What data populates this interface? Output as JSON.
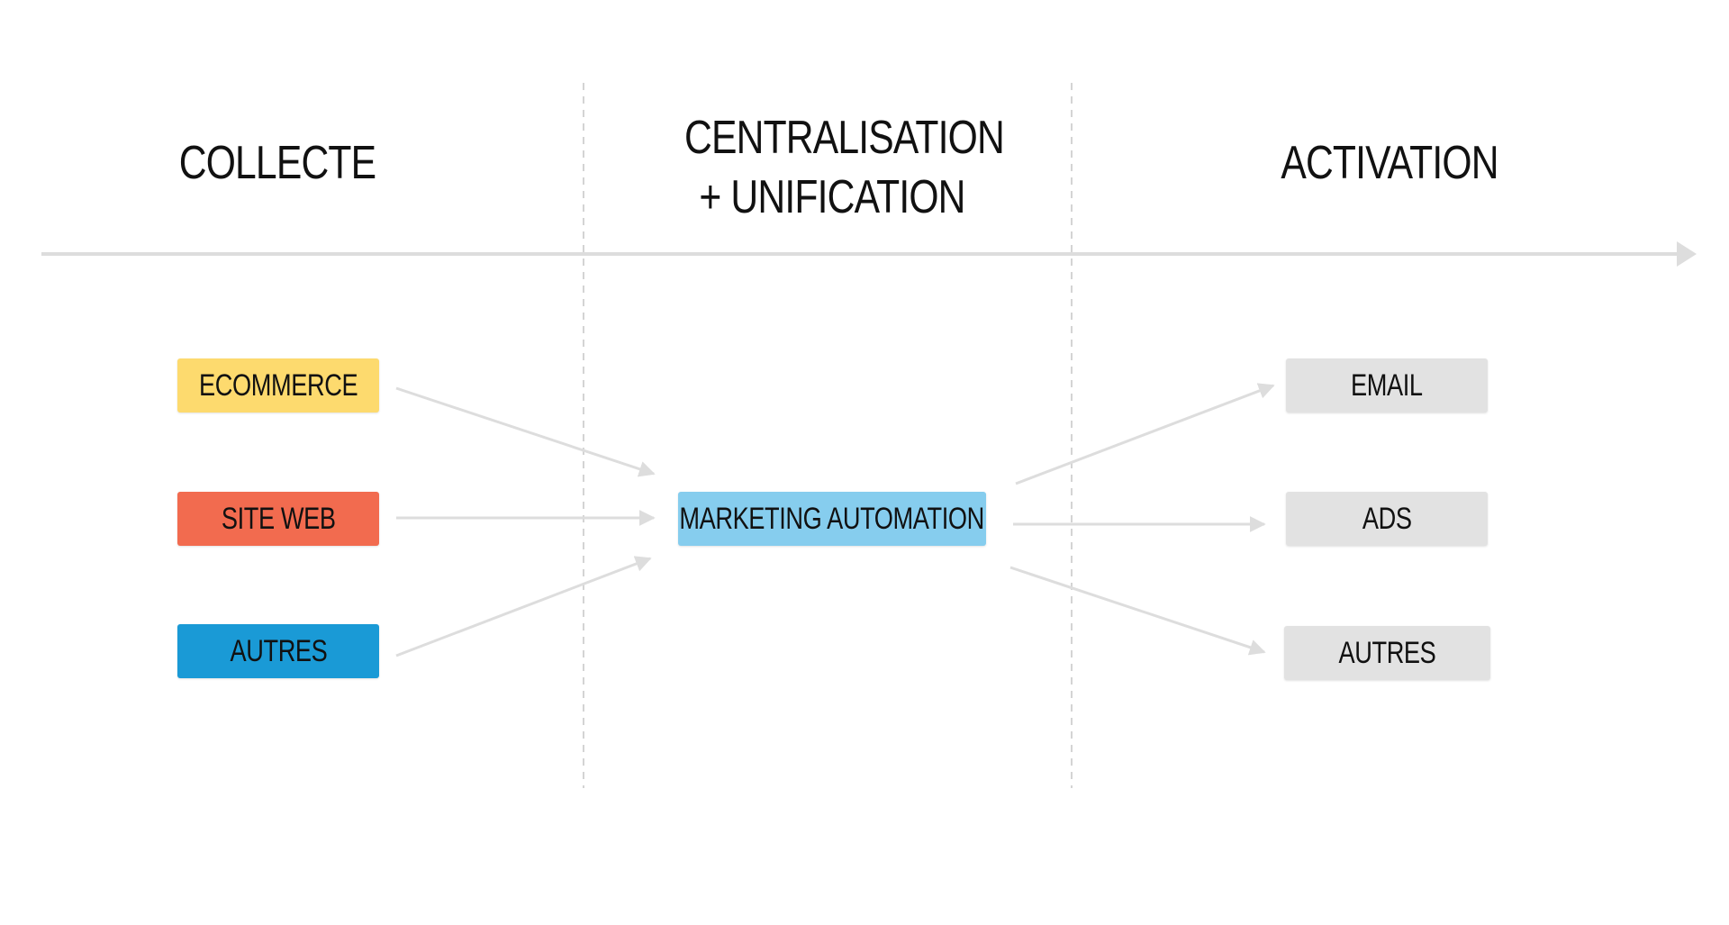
{
  "columns": [
    {
      "id": "collecte",
      "heading": "COLLECTE"
    },
    {
      "id": "centralisation",
      "heading_line1": "CENTRALISATION",
      "heading_line2": "+ UNIFICATION"
    },
    {
      "id": "activation",
      "heading": "ACTIVATION"
    }
  ],
  "sources": [
    {
      "label": "ECOMMERCE",
      "color": "#FDDA6E"
    },
    {
      "label": "SITE WEB",
      "color": "#F26B4F"
    },
    {
      "label": "AUTRES",
      "color": "#1A9AD6"
    }
  ],
  "hub": {
    "label": "MARKETING AUTOMATION",
    "color": "#86CDEE"
  },
  "outputs": [
    {
      "label": "EMAIL",
      "color": "#E2E2E2"
    },
    {
      "label": "ADS",
      "color": "#E2E2E2"
    },
    {
      "label": "AUTRES",
      "color": "#E2E2E2"
    }
  ],
  "colors": {
    "text": "#111111",
    "arrow": "#DDDDDD",
    "divider": "#D4D4D4"
  },
  "icons": {
    "timeline": "arrow-right-icon",
    "connectors": "arrow-icon"
  }
}
